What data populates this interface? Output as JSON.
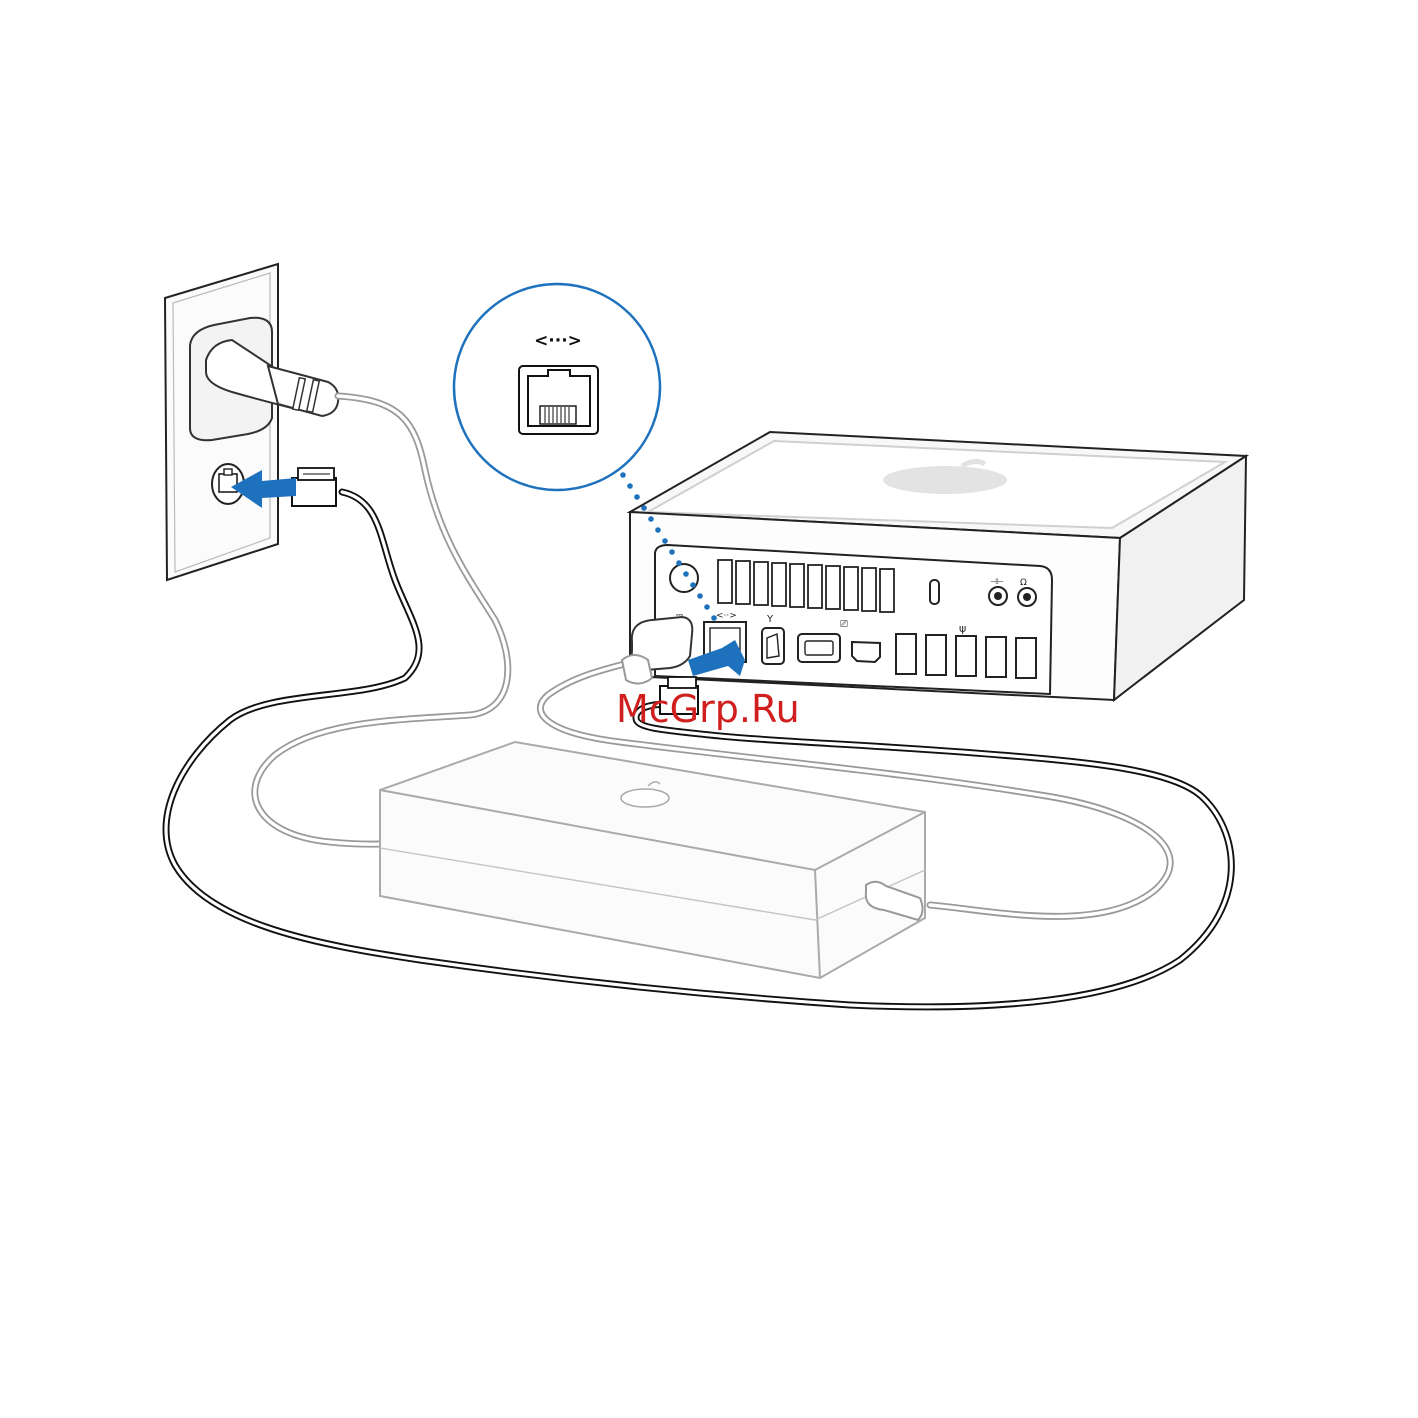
{
  "diagram": {
    "ethernet_port_symbol": "<···>",
    "rear_port_labels": {
      "power": "⎓",
      "ethernet": "<··>",
      "firewire": "Y",
      "thunderbolt": "⎚",
      "usb": "ψ",
      "audio_in": "⊣⊢",
      "headphones": "Ω"
    },
    "watermark": "McGrp.Ru",
    "colors": {
      "arrow": "#1e72bd",
      "callout_circle": "#1e72bd",
      "dotted_leader": "#1e72bd",
      "cable_dark": "#1a1a1a",
      "cable_light": "#aaaaaa",
      "watermark": "#d11f1f"
    }
  }
}
